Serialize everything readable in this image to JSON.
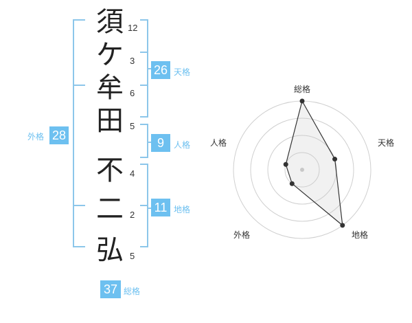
{
  "name": {
    "chars": [
      "須",
      "ケ",
      "牟",
      "田",
      "不",
      "二",
      "弘"
    ],
    "strokes": [
      "12",
      "3",
      "6",
      "5",
      "4",
      "2",
      "5"
    ]
  },
  "fortune": {
    "tenkaku": {
      "label": "天格",
      "value": "26"
    },
    "jinkaku": {
      "label": "人格",
      "value": "9"
    },
    "chikaku": {
      "label": "地格",
      "value": "11"
    },
    "gaikaku": {
      "label": "外格",
      "value": "28"
    },
    "soukaku": {
      "label": "総格",
      "value": "37"
    }
  },
  "chart_data": {
    "type": "radar",
    "axes": [
      "総格",
      "天格",
      "地格",
      "外格",
      "人格"
    ],
    "values": [
      4,
      2,
      4,
      1,
      1
    ],
    "max": 4,
    "rings": 4,
    "grid": true
  },
  "colors": {
    "accent": "#6dc0f0",
    "bracket": "#8cc6ea"
  }
}
